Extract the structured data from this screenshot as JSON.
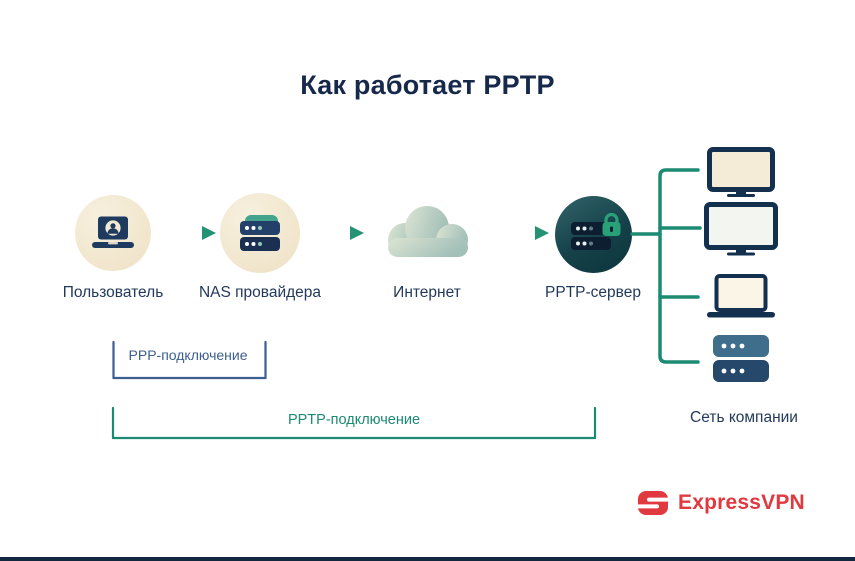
{
  "title": "Как работает PPTP",
  "flow": {
    "nodes": [
      {
        "id": "user",
        "label": "Пользователь",
        "icon": "laptop-user-icon"
      },
      {
        "id": "nas",
        "label": "NAS провайдера",
        "icon": "nas-server-icon"
      },
      {
        "id": "internet",
        "label": "Интернет",
        "icon": "cloud-icon"
      },
      {
        "id": "pptp_server",
        "label": "PPTP-сервер",
        "icon": "locked-server-icon"
      }
    ]
  },
  "company_network": {
    "label": "Сеть компании",
    "devices": [
      "desktop-monitor-icon",
      "desktop-monitor-icon",
      "laptop-icon",
      "server-icon"
    ]
  },
  "connections": {
    "ppp": {
      "label": "PPP-подключение",
      "color": "#3c5f8f"
    },
    "pptp": {
      "label": "PPTP-подключение",
      "color": "#1d8a72"
    }
  },
  "logo": {
    "text": "ExpressVPN",
    "color": "#e0393f"
  },
  "colors": {
    "title_navy": "#17294b",
    "node_circle_beige": "#f1e6cc",
    "server_circle_dark": "#154149",
    "arrow_teal": "#259373",
    "device_navy": "#13304f",
    "lock_green": "#28a078",
    "footer_navy": "#13273f"
  }
}
